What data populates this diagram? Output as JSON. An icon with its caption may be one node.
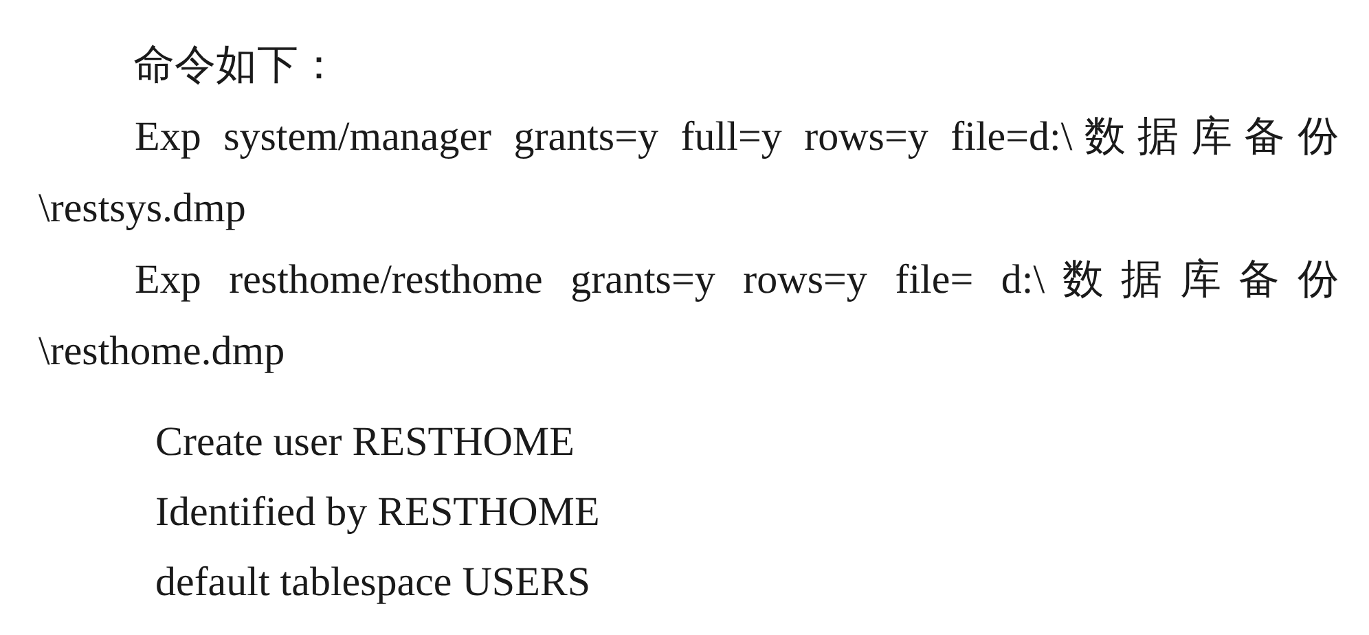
{
  "diagram": {
    "labels": [
      "命令如下：",
      "Exp system/manager grants=y full=y rows=y file=d:\\数据库备份\\restsys.dmp",
      "Exp resthome/resthome grants=y rows=y file= d:\\数据库备份\\resthome.dmp",
      "Create user RESTHOME",
      "Identified by RESTHOME",
      "default tablespace USERS"
    ]
  }
}
